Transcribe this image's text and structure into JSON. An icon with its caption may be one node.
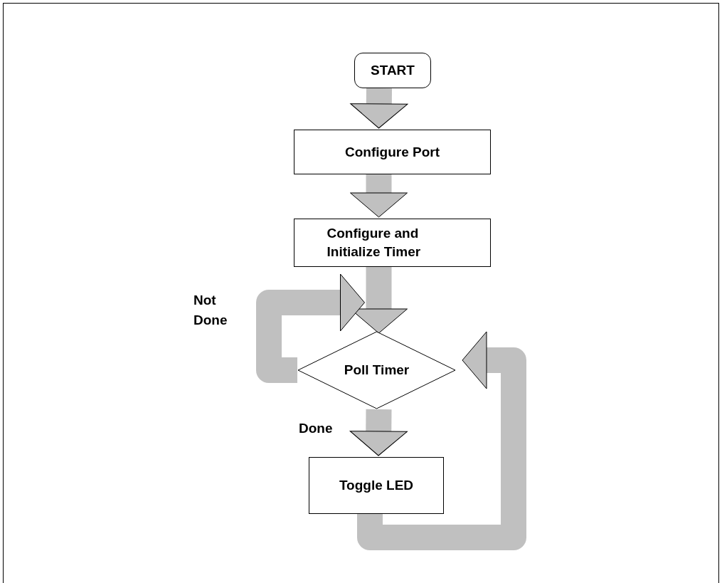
{
  "diagram": {
    "nodes": [
      {
        "text": [
          "START"
        ]
      },
      {
        "text": [
          "Configure Port"
        ]
      },
      {
        "text": [
          "Configure and Initialize Timer"
        ]
      },
      {
        "text": [
          "Poll Timer"
        ]
      },
      {
        "text": [
          "Toggle LED"
        ]
      }
    ],
    "edges": [
      {
        "from": 0,
        "to": 1,
        "arrow": "to"
      },
      {
        "from": 1,
        "to": 2,
        "arrow": "to"
      },
      {
        "from": 2,
        "to": 3,
        "arrow": "to"
      },
      {
        "from": 3,
        "to": 3,
        "arrow": "to",
        "label": "Not Done"
      },
      {
        "from": 3,
        "to": 4,
        "arrow": "to",
        "label": "Done"
      },
      {
        "from": 4,
        "to": 3,
        "arrow": "to"
      }
    ]
  }
}
